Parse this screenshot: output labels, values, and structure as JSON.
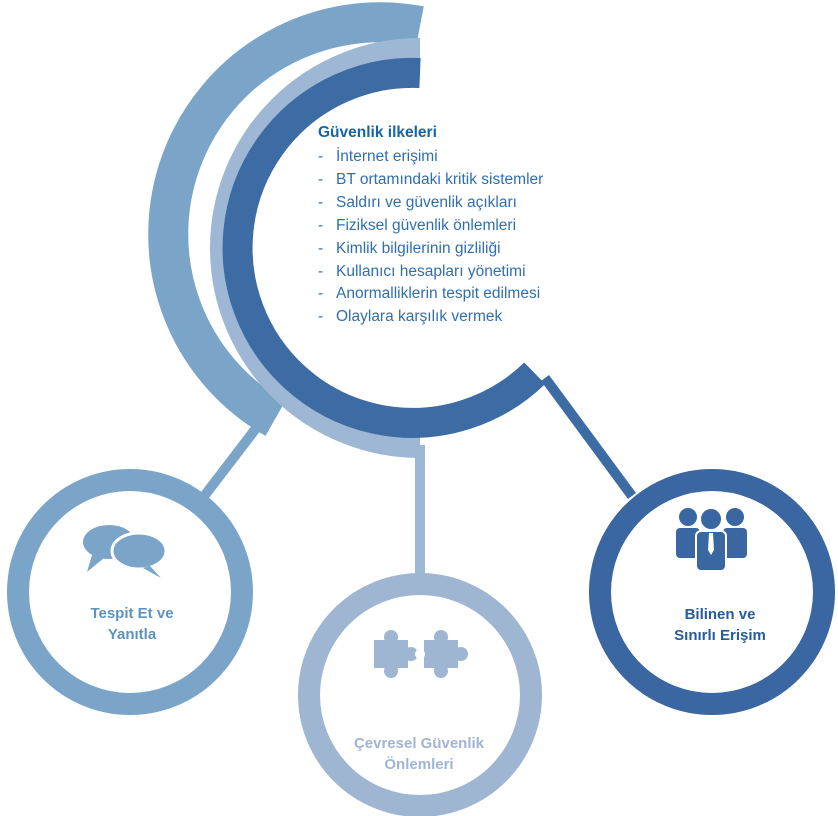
{
  "colors": {
    "outer_arc": "#7aa5c8",
    "middle_arc": "#9db7d4",
    "inner_arc": "#3d6ba3",
    "left_node": "#7aa5c8",
    "center_node": "#9fb6d3",
    "right_node": "#3a67a1",
    "title_text": "#1565a8",
    "list_text": "#2f6fb0"
  },
  "principles": {
    "title": "Güvenlik ilkeleri",
    "items": [
      "İnternet erişimi",
      "BT ortamındaki kritik sistemler",
      "Saldırı ve güvenlik açıkları",
      "Fiziksel güvenlik önlemleri",
      "Kimlik bilgilerinin gizliliği",
      "Kullanıcı hesapları yönetimi",
      "Anormalliklerin tespit edilmesi",
      "Olaylara karşılık vermek"
    ]
  },
  "nodes": {
    "left": {
      "line1": "Tespit Et ve",
      "line2": "Yanıtla",
      "icon": "speech-bubbles-icon"
    },
    "center": {
      "line1": "Çevresel Güvenlik",
      "line2": "Önlemleri",
      "icon": "puzzle-pieces-icon"
    },
    "right": {
      "line1": "Bilinen ve",
      "line2": "Sınırlı Erişim",
      "icon": "people-group-icon"
    }
  }
}
